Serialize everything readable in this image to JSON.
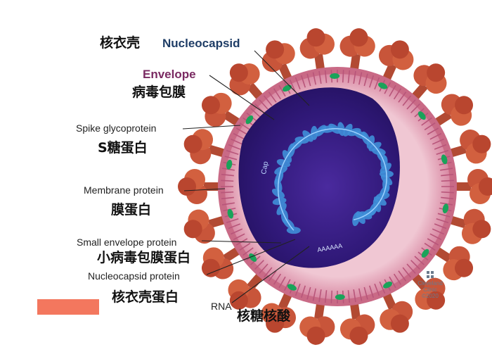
{
  "labels": {
    "nucleocapsid_cn": "核衣壳",
    "nucleocapsid_en": "Nucleocapsid",
    "envelope_en": "Envelope",
    "envelope_cn": "病毒包膜",
    "spike_en": "Spike glycoprotein",
    "spike_cn": "S糖蛋白",
    "membrane_en": "Membrane protein",
    "membrane_cn": "膜蛋白",
    "small_env_en": "Small envelope protein",
    "small_env_cn": "小病毒包膜蛋白",
    "ncp_protein_en": "Nucleocapsid protein",
    "ncp_protein_cn": "核衣壳蛋白",
    "rna_en": "RNA",
    "rna_cn": "核糖核酸",
    "cap": "Cap",
    "polya": "AAAAAA"
  },
  "logo": {
    "line1": "Cleveland",
    "line2": "Clinic",
    "year": "©2020"
  },
  "colors": {
    "envelope_label": "#7a2a62",
    "nucleocapsid_label": "#1f3d66",
    "spike": "#c8553a",
    "membrane": "#e4a3b6",
    "interior": "#3b1d8a",
    "rna": "#3f8fd8",
    "protein_green": "#1aa35a",
    "redaction": "#f3775e"
  }
}
